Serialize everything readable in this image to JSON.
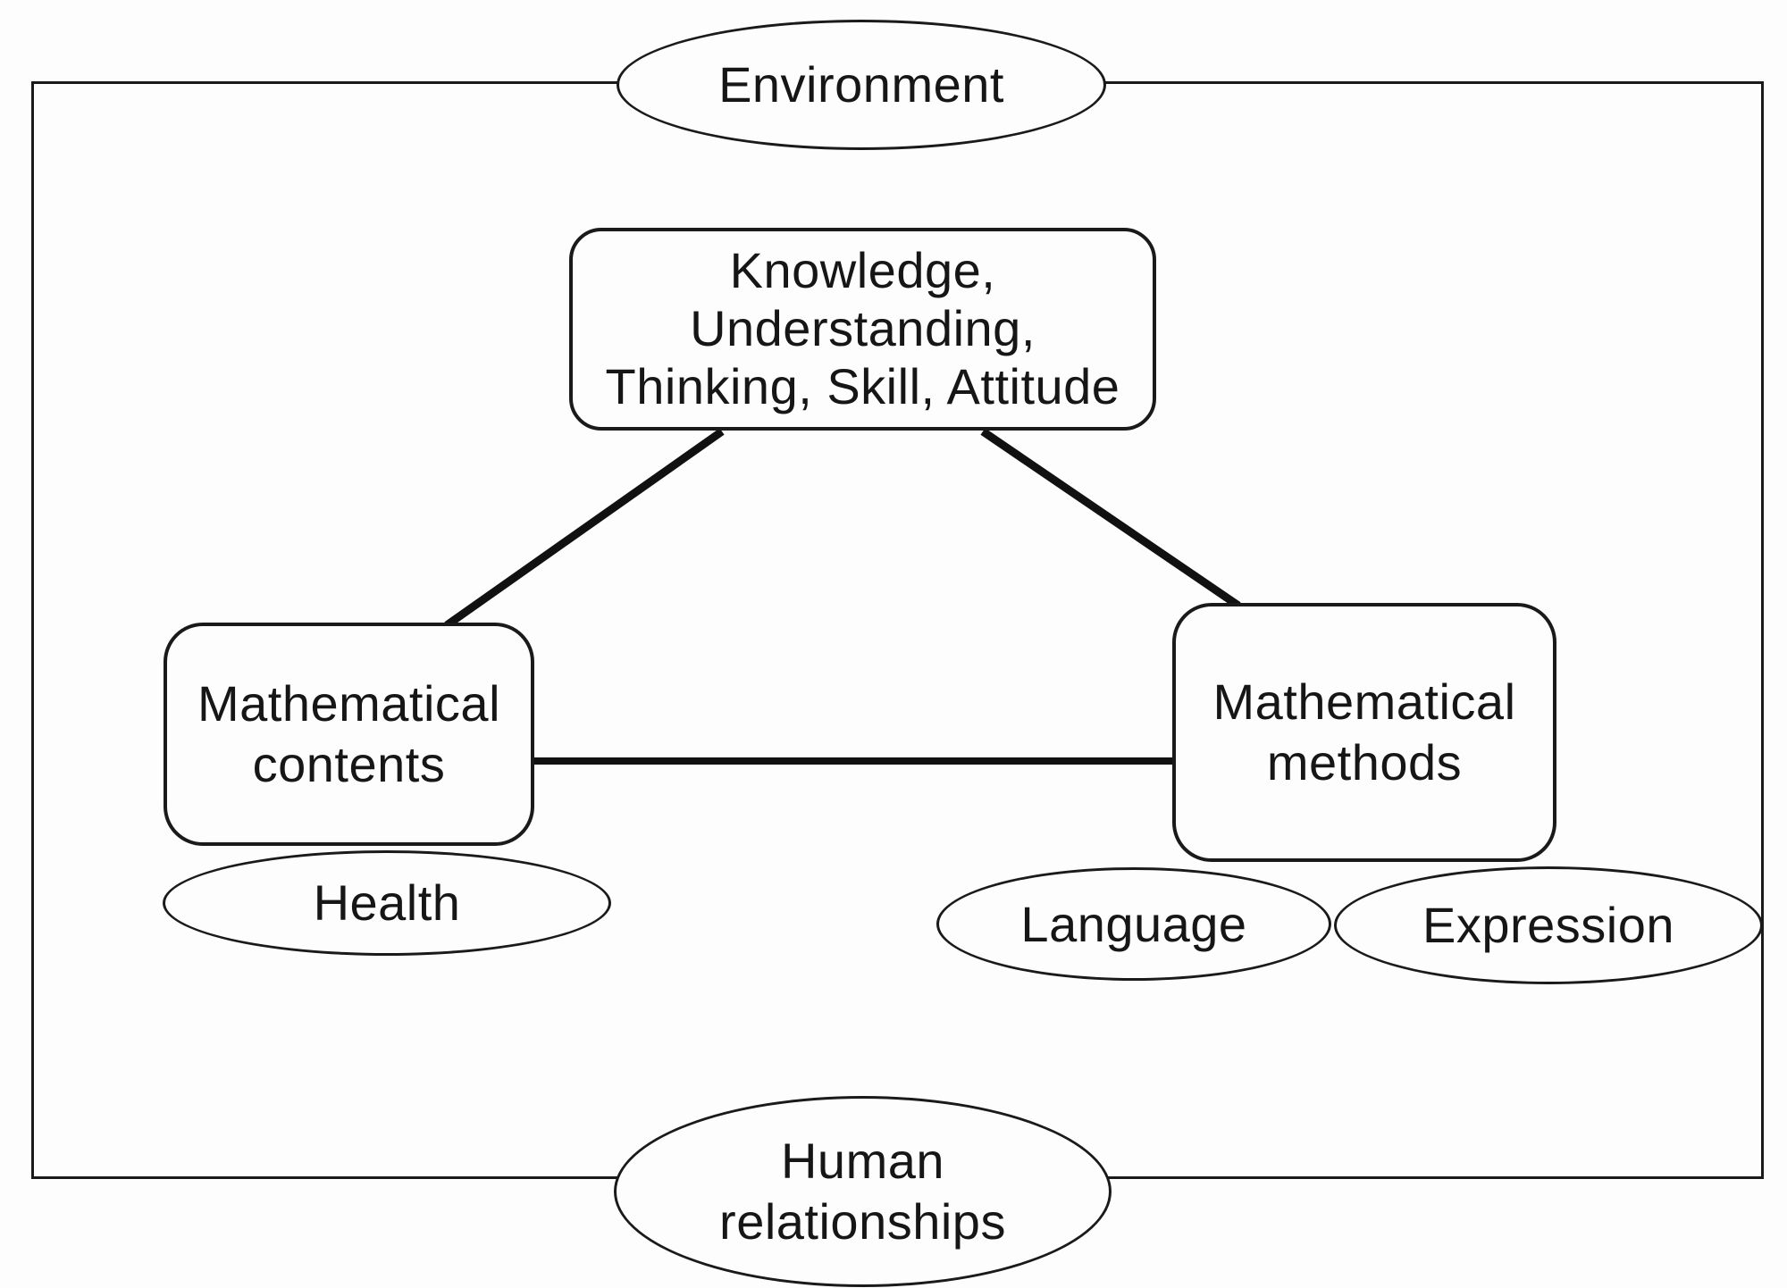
{
  "colors": {
    "ink": "#161616",
    "stroke": "#1a1a1a",
    "background": "#fdfdfd"
  },
  "nodes": {
    "environment": {
      "label": "Environment",
      "shape": "ellipse"
    },
    "knowledge": {
      "label": "Knowledge,\nUnderstanding,\nThinking, Skill, Attitude",
      "shape": "rounded-rect"
    },
    "mathematical_contents": {
      "label": "Mathematical\ncontents",
      "shape": "rounded-rect"
    },
    "mathematical_methods": {
      "label": "Mathematical\nmethods",
      "shape": "rounded-rect"
    },
    "health": {
      "label": "Health",
      "shape": "ellipse"
    },
    "language": {
      "label": "Language",
      "shape": "ellipse"
    },
    "expression": {
      "label": "Expression",
      "shape": "ellipse"
    },
    "human_relationships": {
      "label": "Human\nrelationships",
      "shape": "ellipse"
    }
  },
  "edges": [
    {
      "from": "knowledge",
      "to": "mathematical_contents"
    },
    {
      "from": "knowledge",
      "to": "mathematical_methods"
    },
    {
      "from": "mathematical_contents",
      "to": "mathematical_methods"
    }
  ]
}
